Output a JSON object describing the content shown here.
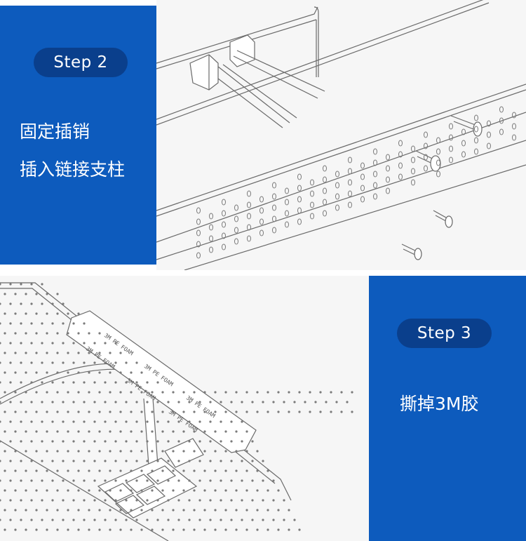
{
  "steps": [
    {
      "label": "Step 2",
      "caption_lines": [
        "固定插销",
        "插入链接支柱"
      ]
    },
    {
      "label": "Step  3",
      "caption_lines": [
        "撕掉3M胶"
      ],
      "tape_label": "3M PE FOAM"
    }
  ],
  "colors": {
    "panel_blue": "#0d5bbd",
    "pill_blue": "#0a3f8c",
    "text": "#ffffff",
    "line": "#6a6a6a"
  }
}
